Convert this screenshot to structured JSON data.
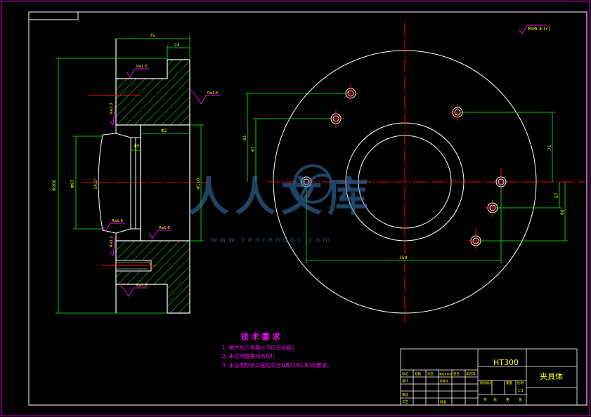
{
  "title_block": {
    "material": "HT300",
    "part_name": "夹具体",
    "row_labels": [
      "标记",
      "处数",
      "分区",
      "更改文件号",
      "签名",
      "年月日"
    ],
    "left_rows": [
      "设计",
      "审核",
      "工艺"
    ],
    "mid_rows": [
      "标准化",
      "批准"
    ],
    "stage_labels": [
      "阶段标记",
      "重量",
      "比例"
    ],
    "scale": "1:1",
    "sheet_labels": [
      "共",
      "张",
      "第",
      "张"
    ]
  },
  "notes": {
    "heading": "技 术 要 求",
    "items": [
      "1. 零件加工表面上不应有划痕；",
      "2. 未注倒圆角均为R3；",
      "3. 未注明形状公差应符合GB1184-80的要求。"
    ]
  },
  "surface_finish": {
    "general": "Ra6.3 (√)",
    "roughness": [
      "Ra1.6",
      "Ra1.6",
      "Ra3.2",
      "Ra1.6",
      "Ra1.6",
      "Ra3.2",
      "Ra1.6"
    ]
  },
  "dimensions": {
    "section": [
      "75",
      "24",
      "Φ200",
      "Φ97",
      "14.5°",
      "Φ5",
      "Φ2",
      "Φ110"
    ],
    "plan": [
      "81",
      "61",
      "71",
      "57",
      "80",
      "150"
    ]
  },
  "watermark": {
    "text": "人人文库",
    "url": "w w w . r e n r e n d o c . c o m"
  },
  "colors": {
    "background": "#000000",
    "frame": "#ffffff",
    "outline": "#ffffff",
    "hatch": "#00ff00",
    "dimension": "#00ff00",
    "center_line": "#ff0000",
    "roughness_symbol": "#ff00ff",
    "notes": "#ff00ff",
    "title_text": "#ffff00"
  }
}
